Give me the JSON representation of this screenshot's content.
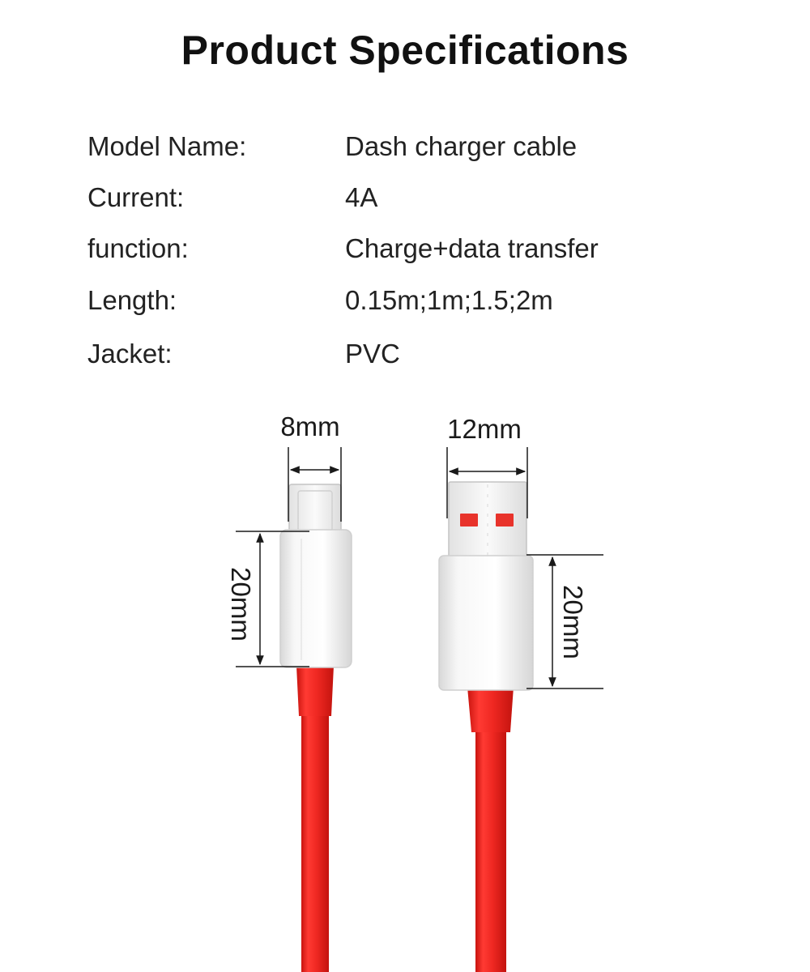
{
  "header": {
    "title": "Product Specifications"
  },
  "specs": [
    {
      "label": "Model Name:",
      "value": "Dash charger cable"
    },
    {
      "label": "Current:",
      "value": "4A"
    },
    {
      "label": "function:",
      "value": "Charge+data transfer"
    },
    {
      "label": "Length:",
      "value": "0.15m;1m;1.5;2m"
    },
    {
      "label": "Jacket:",
      "value": "PVC"
    }
  ],
  "dimensions": {
    "typec_width": "8mm",
    "typec_length": "20mm",
    "usba_width": "12mm",
    "usba_length": "20mm"
  },
  "colors": {
    "cable": "#ee2a24",
    "connector": "#f2f2f2",
    "contact": "#e8332b"
  }
}
